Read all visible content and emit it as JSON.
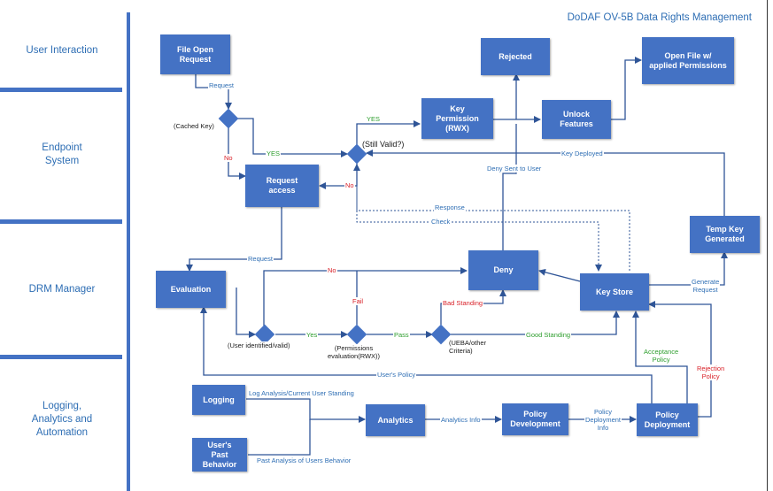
{
  "title": "DoDAF OV-5B Data Rights Management",
  "lanes": [
    "User Interaction",
    "Endpoint\nSystem",
    "DRM Manager",
    "Logging,\nAnalytics and\nAutomation"
  ],
  "boxes": {
    "file_open_request": "File Open\nRequest",
    "rejected": "Rejected",
    "open_file": "Open File w/\napplied Permissions",
    "key_permission": "Key\nPermission\n(RWX)",
    "unlock_features": "Unlock\nFeatures",
    "request_access": "Request\naccess",
    "temp_key": "Temp Key\nGenerated",
    "evaluation": "Evaluation",
    "deny": "Deny",
    "key_store": "Key Store",
    "logging": "Logging",
    "users_past_behavior": "User's\nPast\nBehavior",
    "analytics": "Analytics",
    "policy_development": "Policy\nDevelopment",
    "policy_deployment": "Policy\nDeployment"
  },
  "decisions": {
    "cached_key": "(Cached Key)",
    "still_valid": "(Still Valid?)",
    "user_identified": "(User identified/valid)",
    "permissions_eval": "(Permissions\nevaluation(RWX))",
    "ueba": "(UEBA/other\nCriteria)"
  },
  "labels": {
    "request": "Request",
    "no_cached": "No",
    "yes_cached": "YES",
    "yes_valid": "YES",
    "no_valid": "No",
    "deny_sent": "Deny Sent to User",
    "key_deployed": "Key Deployed",
    "response": "Response",
    "check": "Check",
    "request_drm": "Request",
    "no_eval": "No",
    "fail": "Fail",
    "bad_standing": "Bad Standing",
    "yes_eval": "Yes",
    "pass": "Pass",
    "good_standing": "Good Standing",
    "generate_request": "Generate\nRequest",
    "users_policy": "User's Policy",
    "acceptance_policy": "Acceptance\nPolicy",
    "rejection_policy": "Rejection\nPolicy",
    "log_analysis": "Log Analysis/Current User Standing",
    "past_analysis": "Past Analysis of Users Behavior",
    "analytics_info": "Analytics Info",
    "policy_deployment_info": "Policy\nDeployment\nInfo"
  },
  "colors": {
    "box": "#4472C4",
    "arrow": "#2F5597",
    "label_blue": "#2E6EB4",
    "label_green": "#2E9E2E",
    "label_red": "#D9222A"
  }
}
